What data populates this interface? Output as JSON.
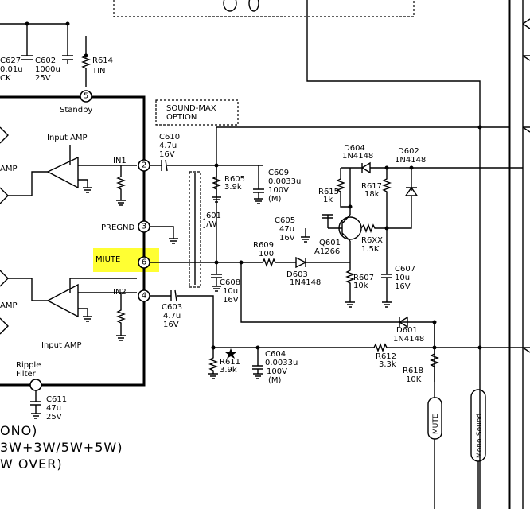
{
  "labels": {
    "c627": "C627",
    "c627_val": "0.01u",
    "c627_sfx": "CK",
    "c602": "C602",
    "c602_val": "1000u",
    "c602_v": "25V",
    "r614": "R614",
    "r614_val": "TIN",
    "standby": "Standby",
    "sound_max_1": "SOUND-MAX",
    "sound_max_2": "OPTION",
    "input_amp_top": "Input AMP",
    "input_amp_bot": "Input AMP",
    "amp_top": "AMP",
    "amp_bot": "AMP",
    "in1": "IN1",
    "in2": "IN2",
    "pregnd": "PREGND",
    "mute": "MIUTE",
    "c610": "C610",
    "c610_val": "4.7u",
    "c610_v": "16V",
    "r605": "R605",
    "r605_val": "3.9k",
    "c609": "C609",
    "c609_val": "0.0033u",
    "c609_v": "100V",
    "c609_m": "(M)",
    "j601": "J601",
    "j601_val": "J/W",
    "d604": "D604",
    "d604_val": "1N4148",
    "d602": "D602",
    "d602_val": "1N4148",
    "r615": "R615",
    "r615_val": "1k",
    "r617": "R617",
    "r617_val": "18k",
    "c605": "C605",
    "c605_val": "47u",
    "c605_v": "16V",
    "q601": "Q601",
    "q601_val": "A1266",
    "r6xx": "R6XX",
    "r6xx_val": "1.5K",
    "r609": "R609",
    "r609_val": "100",
    "d603": "D603",
    "d603_val": "1N4148",
    "r607": "R607",
    "r607_val": "10k",
    "c607": "C607",
    "c607_val": "10u",
    "c607_v": "16V",
    "c608": "C608",
    "c608_val": "10u",
    "c608_v": "16V",
    "c603": "C603",
    "c603_val": "4.7u",
    "c603_v": "16V",
    "d601": "D601",
    "d601_val": "1N4148",
    "r612": "R612",
    "r612_val": "3.3k",
    "c604": "C604",
    "c604_val": "0.0033u",
    "c604_v": "100V",
    "c604_m": "(M)",
    "r611": "R611",
    "r611_val": "3.9k",
    "r618": "R618",
    "r618_val": "10K",
    "ripple_1": "Ripple",
    "ripple_2": "Filter",
    "c611": "C611",
    "c611_val": "47u",
    "c611_v": "25V",
    "mono_1": "ONO)",
    "mono_2": "3W+3W/5W+5W)",
    "mono_3": "W OVER)",
    "mute_vert": "MUTE",
    "mono_sound_vert": "Mono-Sound"
  },
  "pins": [
    "5",
    "2",
    "3",
    "6",
    "4"
  ],
  "colors": {
    "highlight": "#ffff33",
    "ink": "#000000",
    "background": "#ffffff"
  }
}
